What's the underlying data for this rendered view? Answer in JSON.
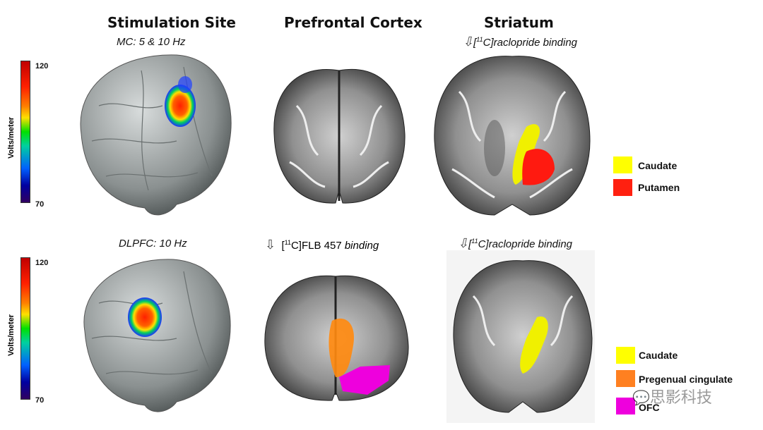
{
  "headers": {
    "stimulation_site": "Stimulation Site",
    "prefrontal_cortex": "Prefrontal Cortex",
    "striatum": "Striatum"
  },
  "row1": {
    "condition": "MC: 5 & 10 Hz",
    "tracer_isotope": "11",
    "tracer_prefix": "[",
    "tracer_suffix": "C]raclopride binding",
    "legend": [
      {
        "label": "Caudate",
        "color": "#ffff00"
      },
      {
        "label": "Putamen",
        "color": "#ff2010"
      }
    ]
  },
  "row2": {
    "condition": "DLPFC: 10 Hz",
    "pfc_tracer": {
      "isotope": "11",
      "prefix": "[",
      "suffix": "C]FLB 457 ",
      "suffix_italic": "binding"
    },
    "striatum_tracer": {
      "isotope": "11",
      "prefix": "[",
      "suffix": "C]raclopride binding"
    },
    "legend": [
      {
        "label": "Caudate",
        "color": "#ffff00"
      },
      {
        "label": "Pregenual cingulate",
        "color": "#ff8020"
      },
      {
        "label": "OFC",
        "color": "#ee00dd"
      }
    ]
  },
  "colorbar": {
    "label": "Volts/meter",
    "max": "120",
    "min": "70",
    "range": [
      70,
      120
    ]
  },
  "watermark": "思影科技"
}
